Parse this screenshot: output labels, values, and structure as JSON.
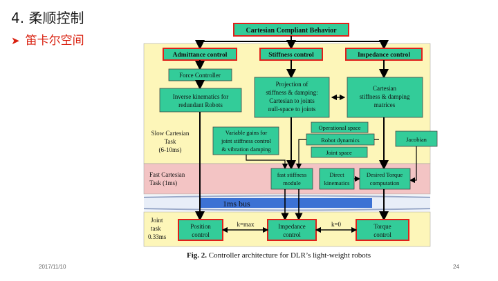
{
  "slide": {
    "title": "4. 柔顺控制",
    "subtitle": "笛卡尔空间",
    "date": "2017/11/10",
    "page": "24"
  },
  "diagram": {
    "top": "Cartesian Compliant Behavior",
    "admittance": "Admittance control",
    "stiffness": "Stiffness control",
    "impedance": "Impedance control",
    "force_controller": "Force Controller",
    "ik": [
      "Inverse kinematics for",
      "redundant Robots"
    ],
    "projection": [
      "Projection of",
      "stiffness & damping:",
      "Cartesian to joints",
      "null-space to joints"
    ],
    "cartesian_sd": [
      "Cartesian",
      "stiffness & damping",
      "matrices"
    ],
    "slow_label": [
      "Slow Cartesian",
      "Task",
      "(6-10ms)"
    ],
    "variable_gains": [
      "Variable gains for",
      "joint stiffness control",
      "& vibration damping"
    ],
    "operational_space": "Operational space",
    "robot_dynamics": "Robot dynamics",
    "joint_space": "Joint space",
    "jacobian": "Jacobian",
    "fast_label": [
      "Fast Cartesian",
      "Task (1ms)"
    ],
    "fast_stiffness": [
      "fast stiffness",
      "module"
    ],
    "direct_kin": [
      "Direct",
      "kinematics"
    ],
    "desired_torque": [
      "Desired Torque",
      "computation"
    ],
    "bus": "1ms bus",
    "joint_label": [
      "Joint",
      "task",
      "0.33ms"
    ],
    "position_control": [
      "Position",
      "control"
    ],
    "impedance_control_joint": [
      "Impedance",
      "control"
    ],
    "torque_control": [
      "Torque",
      "control"
    ],
    "k_max": "k=max",
    "k_zero": "k=0"
  },
  "caption": {
    "bold": "Fig. 2.",
    "text": "Controller architecture for DLR’s light-weight robots"
  },
  "colors": {
    "slow_bg": "#fdf6b9",
    "fast_bg": "#f3c4c4",
    "joint_bg": "#fdf6b9",
    "box_green": "#33cc99",
    "red_border": "#e0201a",
    "subtitle_red": "#d9200f"
  }
}
